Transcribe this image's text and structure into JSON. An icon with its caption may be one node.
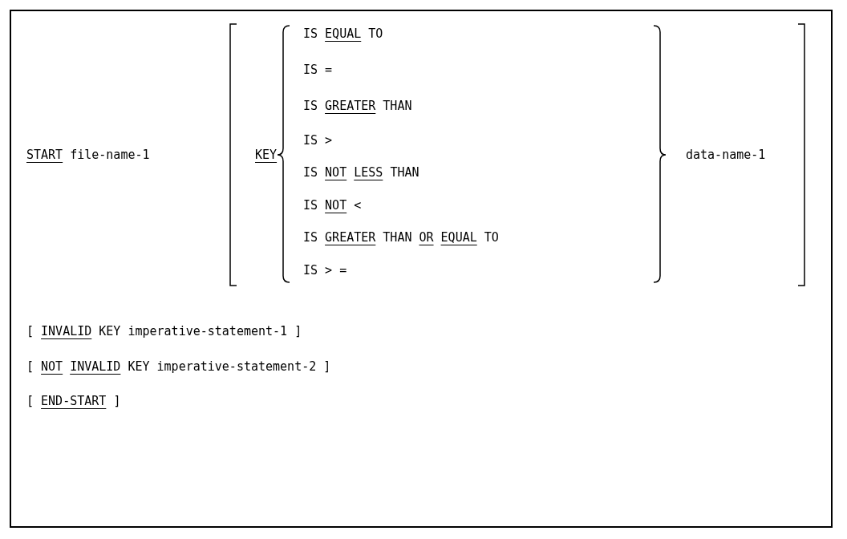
{
  "diagram": {
    "labels": [
      "START file-name-1",
      "KEY",
      "IS EQUAL TO",
      "IS =",
      "IS GREATER THAN",
      "IS >",
      "IS NOT LESS THAN",
      "IS NOT <",
      "IS GREATER THAN OR EQUAL TO",
      "IS > =",
      "data-name-1",
      "[ INVALID KEY imperative-statement-1 ]",
      "[ NOT INVALID KEY imperative-statement-2 ]",
      "[ END-START ]"
    ]
  }
}
